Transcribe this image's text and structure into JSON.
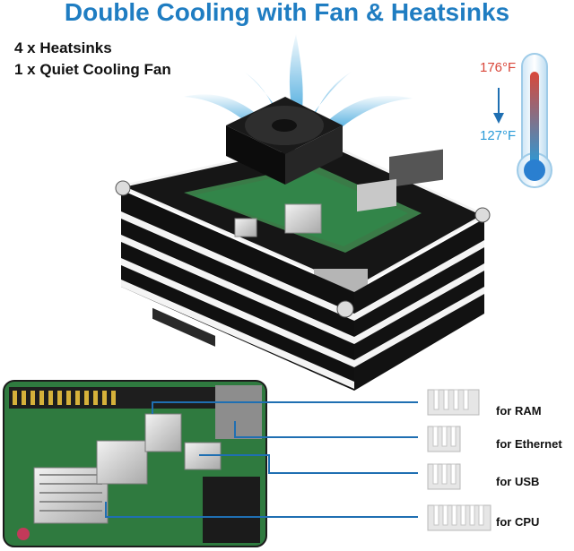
{
  "title": "Double Cooling with Fan & Heatsinks",
  "specs": [
    "4 x Heatsinks",
    "1 x Quiet Cooling Fan"
  ],
  "thermometer": {
    "high": "176°F",
    "low": "127°F"
  },
  "heatsinks": [
    {
      "label": "for RAM"
    },
    {
      "label": "for Ethernet"
    },
    {
      "label": "for USB"
    },
    {
      "label": "for CPU"
    }
  ],
  "colors": {
    "title": "#1f7dc2",
    "hot": "#d9473a",
    "cool": "#2a9bd8",
    "callout": "#1f6fb2"
  }
}
